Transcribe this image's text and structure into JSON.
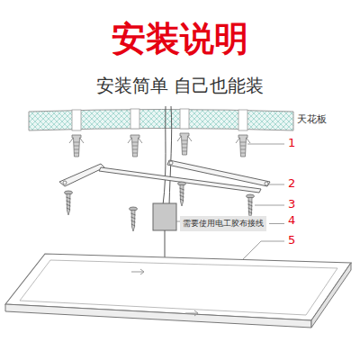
{
  "diagram": {
    "title": "安装说明",
    "nodes": [
      {
        "text": [
          "需要使用电工胶布接线"
        ]
      }
    ],
    "labels": [
      "安装简单 自己也能装",
      "天花板",
      "1",
      "2",
      "3",
      "4",
      "5"
    ]
  }
}
